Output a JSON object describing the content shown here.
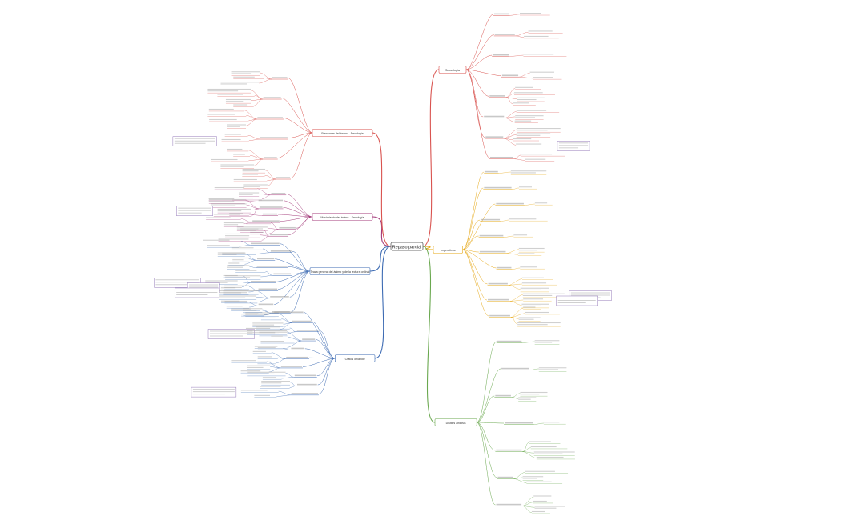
{
  "central": {
    "label": "Repaso parcial"
  },
  "branches": [
    {
      "label": "Sexuología",
      "color": "#d9534f"
    },
    {
      "label": "Imperativos",
      "color": "#e6a817"
    },
    {
      "label": "Distiles aridosis",
      "color": "#6aa84f"
    },
    {
      "label": "Cratos orilanide",
      "color": "#3d6bb3"
    },
    {
      "label": "Traza general del ánimo y de la lectura ordinal",
      "color": "#3d6bb3"
    },
    {
      "label": "Movimiento del ánimo - Sexología",
      "color": "#a33a7a"
    },
    {
      "label": "Funciones del ánimo - Sexología",
      "color": "#d9534f"
    }
  ]
}
